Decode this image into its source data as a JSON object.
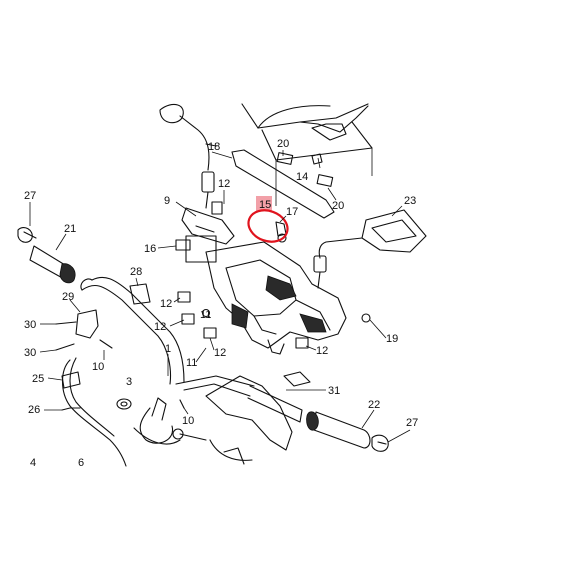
{
  "diagram": {
    "highlight_color": "#e0141e",
    "highlight_box_color": "#f2a0a8",
    "highlighted_part": "15",
    "callouts": [
      {
        "id": "c27a",
        "label": "27"
      },
      {
        "id": "c21",
        "label": "21"
      },
      {
        "id": "c18",
        "label": "18"
      },
      {
        "id": "c20a",
        "label": "20"
      },
      {
        "id": "c14",
        "label": "14"
      },
      {
        "id": "c20b",
        "label": "20"
      },
      {
        "id": "c9",
        "label": "9"
      },
      {
        "id": "c12a",
        "label": "12"
      },
      {
        "id": "c15",
        "label": "15"
      },
      {
        "id": "c17",
        "label": "17"
      },
      {
        "id": "c23",
        "label": "23"
      },
      {
        "id": "c16",
        "label": "16"
      },
      {
        "id": "c28",
        "label": "28"
      },
      {
        "id": "c12b",
        "label": "12"
      },
      {
        "id": "c29",
        "label": "29"
      },
      {
        "id": "c11a",
        "label": "11"
      },
      {
        "id": "c30a",
        "label": "30"
      },
      {
        "id": "c12c",
        "label": "12"
      },
      {
        "id": "c19",
        "label": "19"
      },
      {
        "id": "c30b",
        "label": "30"
      },
      {
        "id": "c12d",
        "label": "12"
      },
      {
        "id": "c12e",
        "label": "12"
      },
      {
        "id": "c10a",
        "label": "10"
      },
      {
        "id": "c1",
        "label": "1"
      },
      {
        "id": "c11b",
        "label": "11"
      },
      {
        "id": "c25",
        "label": "25"
      },
      {
        "id": "c3",
        "label": "3"
      },
      {
        "id": "c31",
        "label": "31"
      },
      {
        "id": "c22",
        "label": "22"
      },
      {
        "id": "c26",
        "label": "26"
      },
      {
        "id": "c10b",
        "label": "10"
      },
      {
        "id": "c27b",
        "label": "27"
      },
      {
        "id": "c4",
        "label": "4"
      },
      {
        "id": "c6",
        "label": "6"
      }
    ]
  }
}
